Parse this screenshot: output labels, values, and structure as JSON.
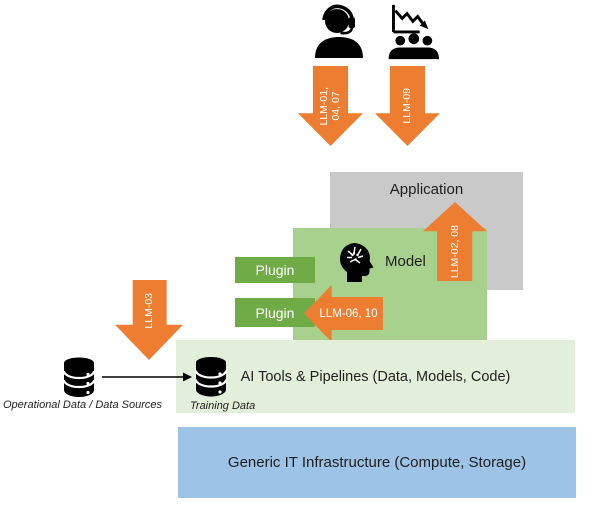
{
  "palette": {
    "orange": "#ED7D31",
    "green_medium": "#A9D18E",
    "green_dark": "#6FAC46",
    "green_pale": "#E2EFDA",
    "blue": "#9DC3E6",
    "gray": "#C9C9C9"
  },
  "icons": {
    "user": "headset-user-icon",
    "team": "team-declining-chart-icon",
    "model": "brain-head-icon",
    "operational_db": "database-icon",
    "training_db": "database-icon",
    "flow": "right-arrow-connector"
  },
  "arrows": {
    "user_to_app": {
      "label": "LLM-01,\n04, 07"
    },
    "team_to_app": {
      "label": "LLM-09"
    },
    "model_to_app": {
      "label": "LLM-02, 08"
    },
    "model_to_plugin": {
      "label": "LLM-06, 10"
    },
    "to_training_data": {
      "label": "LLM-03"
    }
  },
  "boxes": {
    "application": {
      "label": "Application"
    },
    "model": {
      "label": "Model"
    },
    "plugin1": {
      "label": "Plugin"
    },
    "plugin2": {
      "label": "Plugin"
    },
    "ai_tools": {
      "label": "AI Tools & Pipelines (Data, Models, Code)"
    },
    "infrastructure": {
      "label": "Generic IT Infrastructure (Compute, Storage)"
    }
  },
  "data_labels": {
    "operational": "Operational Data / Data Sources",
    "training": "Training Data"
  }
}
